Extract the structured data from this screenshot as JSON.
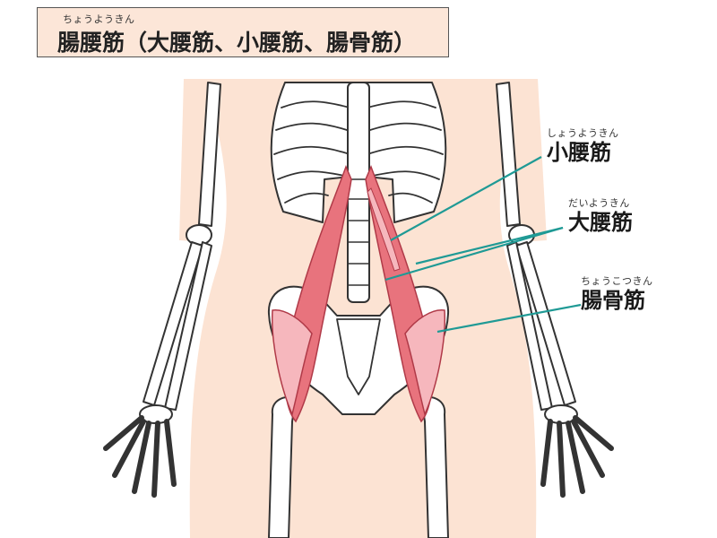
{
  "title": {
    "ruby": "ちょうようきん",
    "text": "腸腰筋（大腰筋、小腰筋、腸骨筋）"
  },
  "labels": {
    "psoas_minor": {
      "ruby": "しょうようきん",
      "name": "小腰筋"
    },
    "psoas_major": {
      "ruby": "だいようきん",
      "name": "大腰筋"
    },
    "iliacus": {
      "ruby": "ちょうこつきん",
      "name": "腸骨筋"
    }
  },
  "colors": {
    "skin": "#fce3d3",
    "muscle": "#e8737d",
    "muscle_light": "#f6b7bd",
    "leader_line": "#1f9a95",
    "title_bg": "#fce6d8",
    "bone_outline": "#333333"
  }
}
